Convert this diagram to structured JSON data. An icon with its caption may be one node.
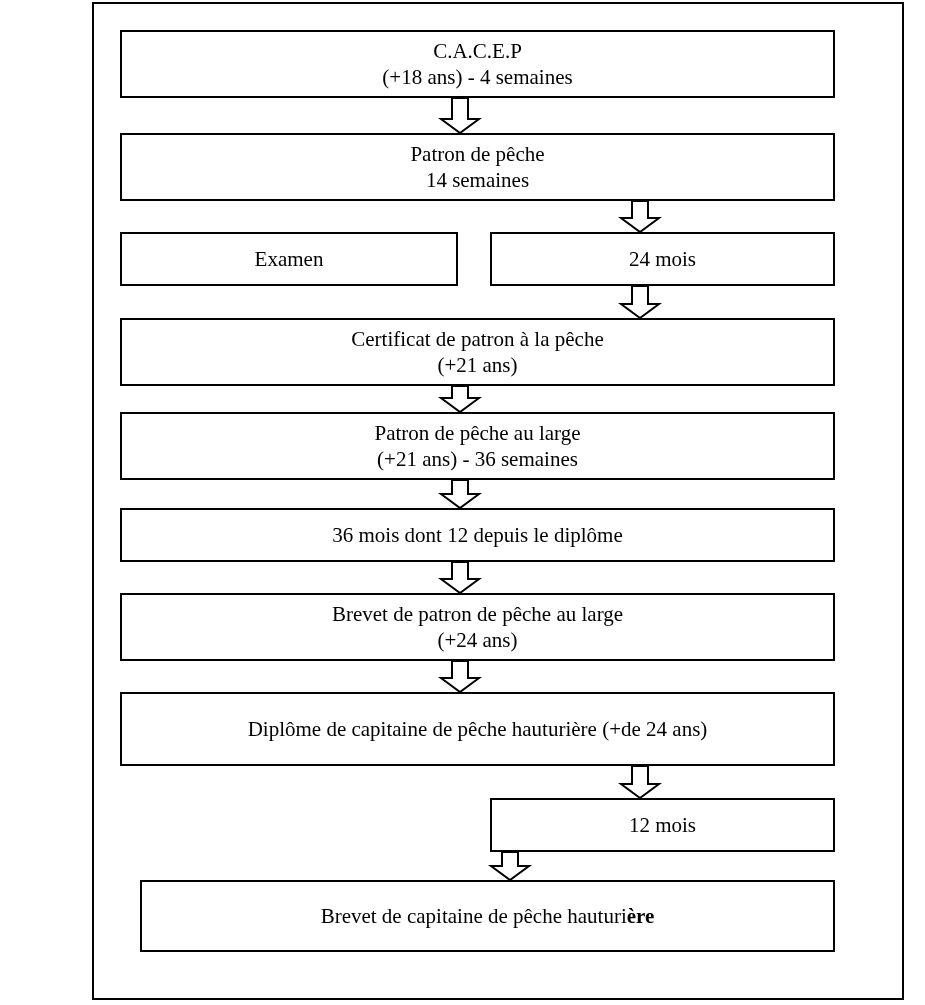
{
  "diagram": {
    "nodes": [
      {
        "text": [
          "C.A.C.E.P",
          "(+18 ans) - 4 semaines"
        ]
      },
      {
        "text": [
          "Patron de pêche",
          "14 semaines"
        ]
      },
      {
        "text": [
          "Examen"
        ]
      },
      {
        "text": [
          "24 mois"
        ]
      },
      {
        "text": [
          "Certificat de patron à la pêche",
          "(+21 ans)"
        ]
      },
      {
        "text": [
          "Patron de pêche au large",
          "(+21 ans) - 36 semaines"
        ]
      },
      {
        "text": [
          "36 mois dont 12 depuis le diplôme"
        ]
      },
      {
        "text": [
          "Brevet de patron de pêche au large",
          "(+24 ans)"
        ]
      },
      {
        "text": [
          "Diplôme de capitaine de pêche hauturière (+de 24 ans)"
        ]
      },
      {
        "text": [
          "12 mois"
        ]
      },
      {
        "text": [
          "Brevet de capitaine de pêche hauturi**ère**"
        ]
      }
    ],
    "edges": [
      {
        "from": 0,
        "to": 1,
        "arrow": "to"
      },
      {
        "from": 1,
        "to": 3,
        "arrow": "to"
      },
      {
        "from": 3,
        "to": 4,
        "arrow": "to"
      },
      {
        "from": 4,
        "to": 5,
        "arrow": "to"
      },
      {
        "from": 5,
        "to": 6,
        "arrow": "to"
      },
      {
        "from": 6,
        "to": 7,
        "arrow": "to"
      },
      {
        "from": 7,
        "to": 8,
        "arrow": "to"
      },
      {
        "from": 8,
        "to": 9,
        "arrow": "to"
      },
      {
        "from": 9,
        "to": 10,
        "arrow": "to"
      }
    ]
  }
}
